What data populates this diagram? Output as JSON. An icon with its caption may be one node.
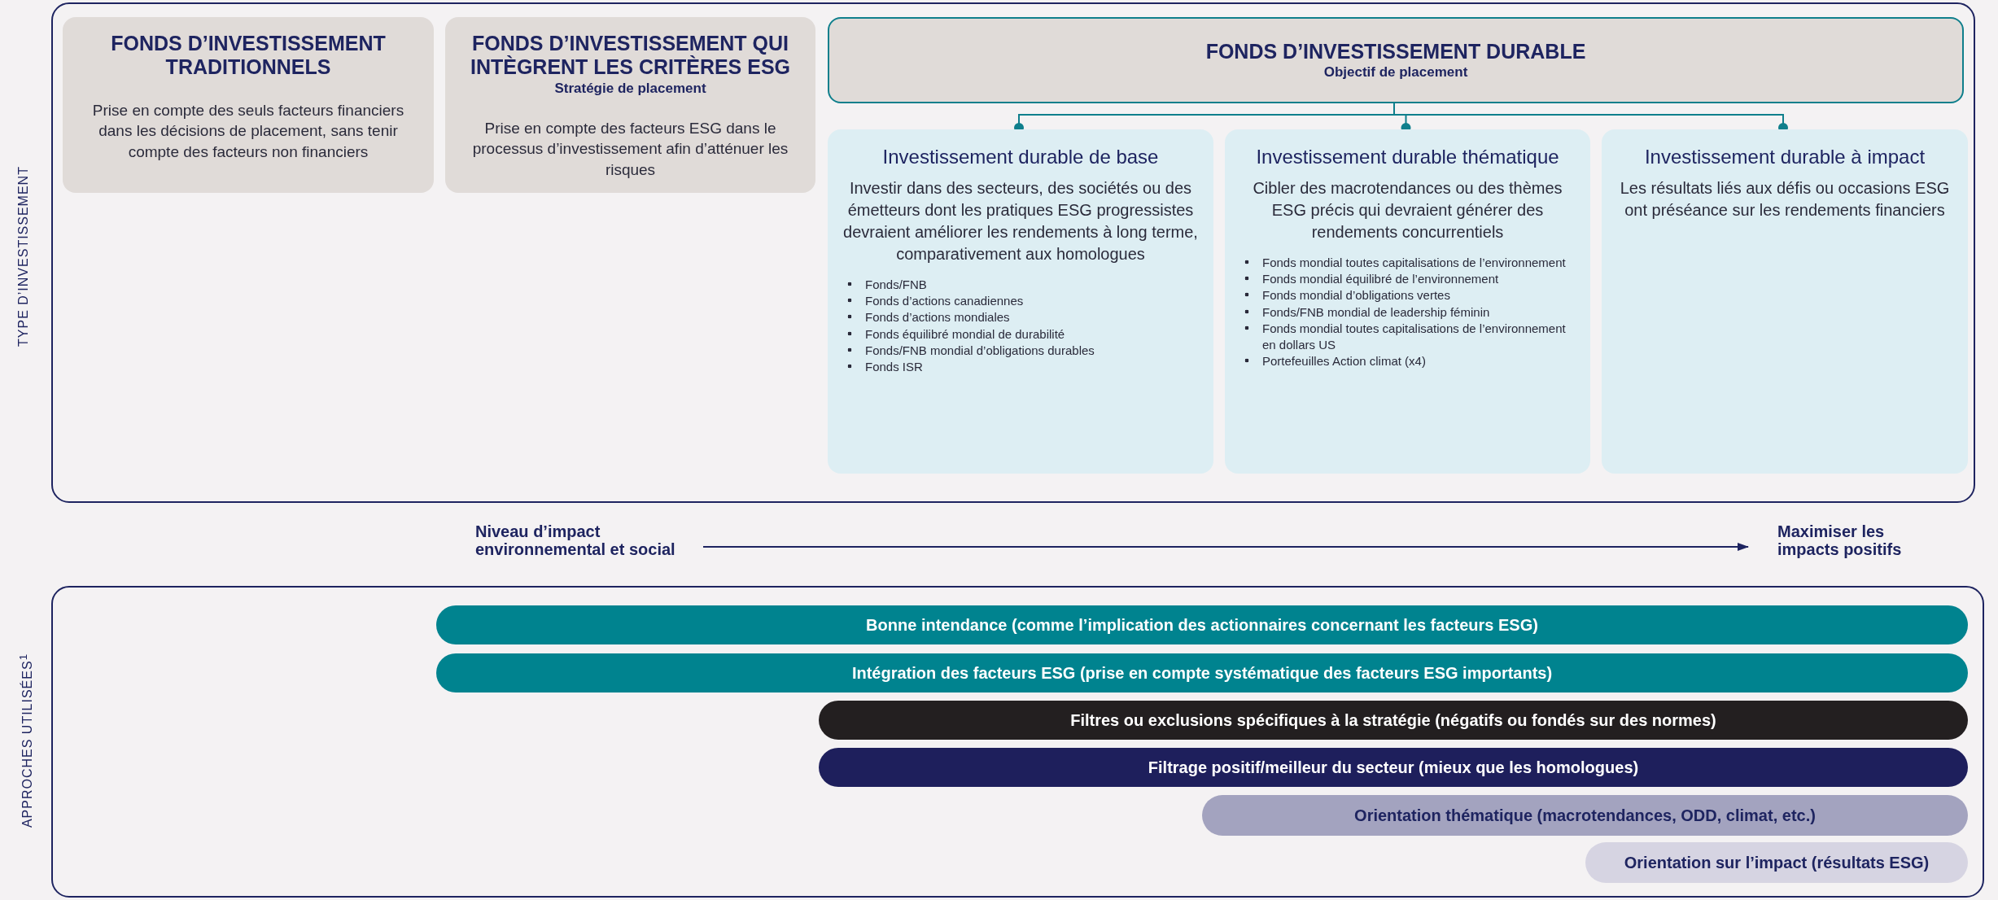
{
  "diagram": {
    "nodes": [
      {
        "text": [
          "TYPE D’INVESTISSEMENT"
        ]
      },
      {
        "text": [
          "FONDS D’INVESTISSEMENT TRADITIONNELS",
          "Prise en compte des seuls facteurs financiers dans les décisions de placement, sans tenir compte des facteurs non financiers"
        ],
        "in": 0
      },
      {
        "text": [
          "FONDS D’INVESTISSEMENT QUI INTÈGRENT LES CRITÈRES ESG",
          "Stratégie de placement",
          "Prise en compte des facteurs ESG dans le processus d’investissement afin d’atténuer les risques"
        ],
        "in": 0
      },
      {
        "text": [
          "FONDS D’INVESTISSEMENT DURABLE",
          "Objectif de placement"
        ],
        "in": 0
      },
      {
        "text": [
          "Investissement durable de base",
          "Investir dans des secteurs, des sociétés ou des émetteurs dont les pratiques ESG progressistes devraient améliorer les rendements à long terme, comparativement aux homologues",
          "Fonds/FNB",
          "Fonds d’actions canadiennes",
          "Fonds d’actions mondiales",
          "Fonds équilibré mondial de durabilité",
          "Fonds/FNB mondial d’obligations durables",
          "Fonds ISR"
        ],
        "in": 0
      },
      {
        "text": [
          "Investissement durable thématique",
          "Cibler des macrotendances ou des thèmes ESG précis qui devraient générer des rendements concurrentiels",
          "Fonds mondial toutes capitalisations de l’environnement",
          "Fonds mondial équilibré de l’environnement",
          "Fonds mondial d’obligations vertes",
          "Fonds/FNB mondial de leadership féminin",
          "Fonds mondial toutes capitalisations de l’environnement en dollars US",
          "Portefeuilles Action climat (x4)"
        ],
        "in": 0
      },
      {
        "text": [
          "Investissement durable à impact",
          "Les résultats liés aux défis ou occasions ESG ont préséance sur les rendements financiers"
        ],
        "in": 0
      },
      {
        "text": [
          "Niveau d’impact environnemental et social"
        ]
      },
      {
        "text": [
          "Maximiser les impacts positifs"
        ]
      },
      {
        "text": [
          "APPROCHES UTILISÉES$^{1}$"
        ]
      },
      {
        "text": [
          "Bonne intendance (comme l’implication des actionnaires concernant les facteurs ESG)"
        ],
        "in": 9
      },
      {
        "text": [
          "Intégration des facteurs ESG (prise en compte systématique des facteurs ESG importants)"
        ],
        "in": 9
      },
      {
        "text": [
          "Filtres ou exclusions spécifiques à la stratégie (négatifs ou fondés sur des normes)"
        ],
        "in": 9
      },
      {
        "text": [
          "Filtrage positif/meilleur du secteur (mieux que les homologues)"
        ],
        "in": 9
      },
      {
        "text": [
          "Orientation thématique (macrotendances, ODD, climat, etc.)"
        ],
        "in": 9
      },
      {
        "text": [
          "Orientation sur l’impact (résultats ESG)"
        ],
        "in": 9
      }
    ],
    "edges": [
      {
        "from": 3,
        "to": 4,
        "arrow": "other"
      },
      {
        "from": 3,
        "to": 5,
        "arrow": "other"
      },
      {
        "from": 3,
        "to": 6,
        "arrow": "other"
      },
      {
        "from": 7,
        "to": 8,
        "arrow": "to",
        "color": "#1e2460"
      }
    ]
  }
}
